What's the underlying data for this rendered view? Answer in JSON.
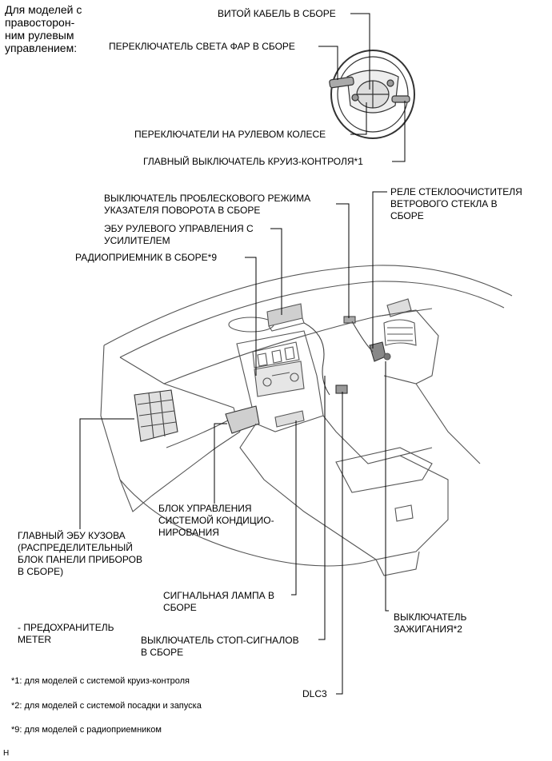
{
  "intro": {
    "line1": "Для моделей с",
    "line2": "правосторон-",
    "line3": "ним рулевым",
    "line4": "управлением:"
  },
  "labels": {
    "spiral_cable": "ВИТОЙ КАБЕЛЬ В СБОРЕ",
    "headlight_switch": "ПЕРЕКЛЮЧАТЕЛЬ СВЕТА ФАР В СБОРЕ",
    "steering_pad_switches": "ПЕРЕКЛЮЧАТЕЛИ НА РУЛЕВОМ КОЛЕСЕ",
    "cruise_main_switch": "ГЛАВНЫЙ ВЫКЛЮЧАТЕЛЬ КРУИЗ-КОНТРОЛЯ*1",
    "hazard_switch_l1": "ВЫКЛЮЧАТЕЛЬ ПРОБЛЕСКОВОГО РЕЖИМА",
    "hazard_switch_l2": "УКАЗАТЕЛЯ ПОВОРОТА В СБОРЕ",
    "eps_ecu_l1": "ЭБУ РУЛЕВОГО УПРАВЛЕНИЯ С",
    "eps_ecu_l2": "УСИЛИТЕЛЕМ",
    "radio_receiver": "РАДИОПРИЕМНИК В СБОРЕ*9",
    "wiper_relay_l1": "РЕЛЕ СТЕКЛООЧИСТИТЕЛЯ",
    "wiper_relay_l2": "ВЕТРОВОГО СТЕКЛА В",
    "wiper_relay_l3": "СБОРЕ",
    "ac_unit_l1": "БЛОК УПРАВЛЕНИЯ",
    "ac_unit_l2": "СИСТЕМОЙ КОНДИЦИО-",
    "ac_unit_l3": "НИРОВАНИЯ",
    "main_body_ecu_l1": "ГЛАВНЫЙ ЭБУ КУЗОВА",
    "main_body_ecu_l2": "(РАСПРЕДЕЛИТЕЛЬНЫЙ",
    "main_body_ecu_l3": "БЛОК ПАНЕЛИ ПРИБОРОВ",
    "main_body_ecu_l4": "В СБОРЕ)",
    "fuse_l1": "- ПРЕДОХРАНИТЕЛЬ",
    "fuse_l2": "METER",
    "signal_lamp_l1": "СИГНАЛЬНАЯ ЛАМПА В",
    "signal_lamp_l2": "СБОРЕ",
    "ignition_switch_l1": "ВЫКЛЮЧАТЕЛЬ",
    "ignition_switch_l2": "ЗАЖИГАНИЯ*2",
    "stop_lamp_switch_l1": "ВЫКЛЮЧАТЕЛЬ СТОП-СИГНАЛОВ",
    "stop_lamp_switch_l2": "В СБОРЕ",
    "dlc3": "DLC3"
  },
  "footnotes": {
    "note1": "*1: для моделей с системой круиз-контроля",
    "note2": "*2: для моделей с системой посадки и запуска",
    "note9": "*9: для моделей с радиоприемником"
  },
  "corner_mark": "H",
  "colors": {
    "ink": "#000000",
    "line_art": "#555555",
    "shade": "#8a8a8a"
  }
}
